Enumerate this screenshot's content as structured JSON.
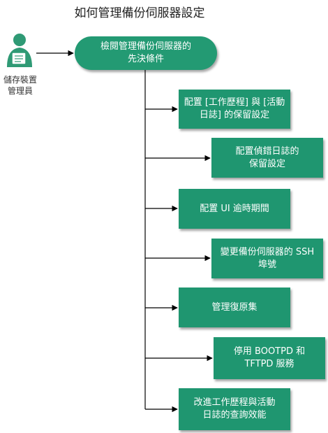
{
  "title": "如何管理備份伺服器設定",
  "actor": {
    "label": "儲存裝置\n管理員",
    "icon": "administrator-icon"
  },
  "start": {
    "label": "檢閱管理備份伺服器的\n先決條件"
  },
  "steps": [
    {
      "label": "配置 [工作歷程] 與 [活動\n日誌] 的保留設定"
    },
    {
      "label": "配置偵錯日誌的\n保留設定"
    },
    {
      "label": "配置 UI 逾時期間"
    },
    {
      "label": "變更備份伺服器的 SSH\n埠號"
    },
    {
      "label": "管理復原集"
    },
    {
      "label": "停用 BOOTPD 和\nTFTPD 服務"
    },
    {
      "label": "改進工作歷程與活動\n日誌的查詢效能"
    }
  ],
  "colors": {
    "box": "#1f9670",
    "box_text": "#ffffff",
    "connector": "#000000",
    "actor_icon": "#2f9a75"
  }
}
